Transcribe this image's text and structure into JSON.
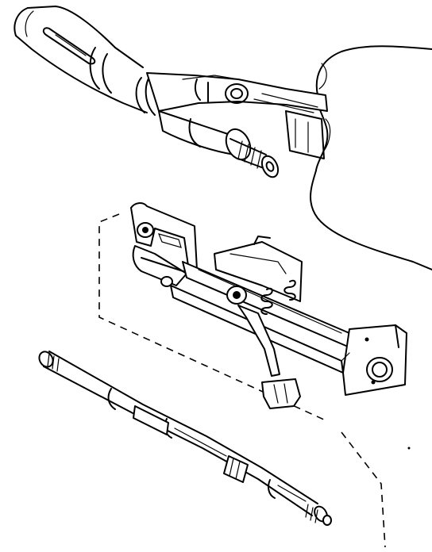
{
  "figure": {
    "type": "exploded-parts-illustration",
    "background": "#ffffff",
    "ink": "#000000",
    "parts": [
      {
        "name": "steering-column-housing"
      },
      {
        "name": "tilt-bracket-assembly"
      },
      {
        "name": "intermediate-shaft"
      },
      {
        "name": "hand"
      }
    ]
  }
}
